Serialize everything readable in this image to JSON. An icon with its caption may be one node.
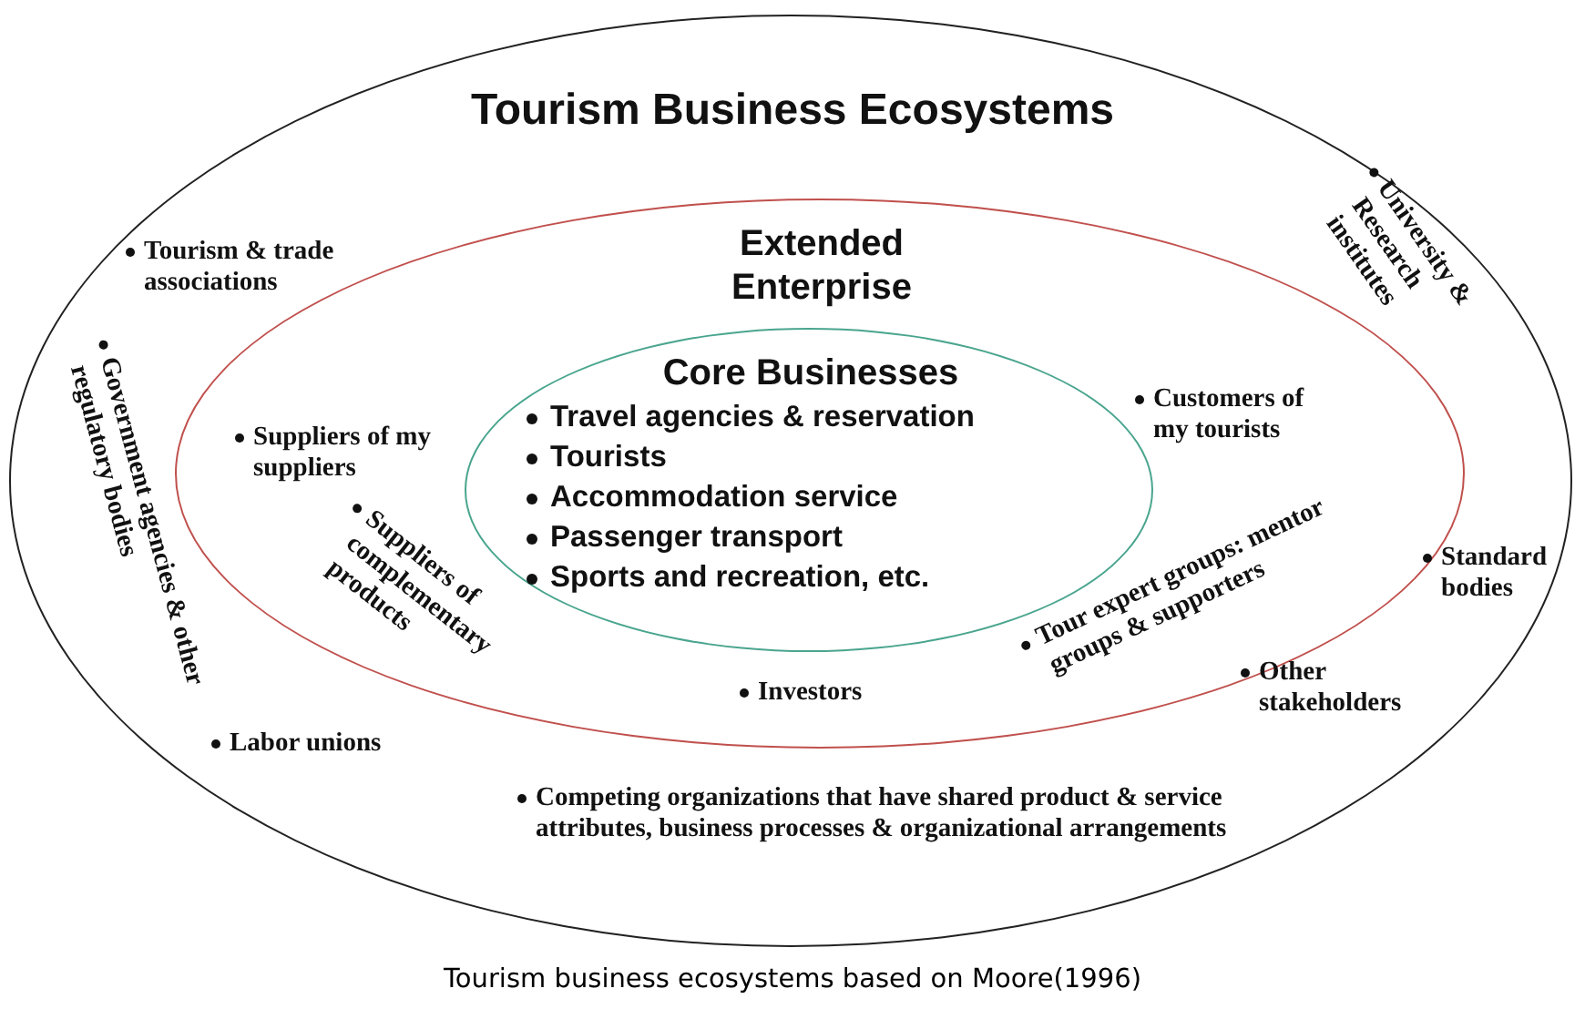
{
  "diagram": {
    "caption": "Tourism business ecosystems based on Moore(1996)",
    "nodes": [
      {
        "text": [
          "Tourism Business Ecosystems"
        ]
      },
      {
        "text": [
          "Extended Enterprise"
        ],
        "in": 0
      },
      {
        "text": [
          "Core Businesses",
          "Travel agencies & reservation",
          "Tourists",
          "Accommodation service",
          "Passenger transport",
          "Sports and recreation, etc."
        ],
        "in": 1
      }
    ],
    "labels": [
      "Tourism & trade associations",
      "University & Research institutes",
      "Government agencies & other regulatory bodies",
      "Standard bodies",
      "Other stakeholders",
      "Labor unions",
      "Competing organizations that have shared product & service attributes, business processes & organizational arrangements",
      "Suppliers of my suppliers",
      "Customers of my tourists",
      "Suppliers of complementary products",
      "Tour expert groups: mentor groups & supporters",
      "Investors"
    ]
  }
}
